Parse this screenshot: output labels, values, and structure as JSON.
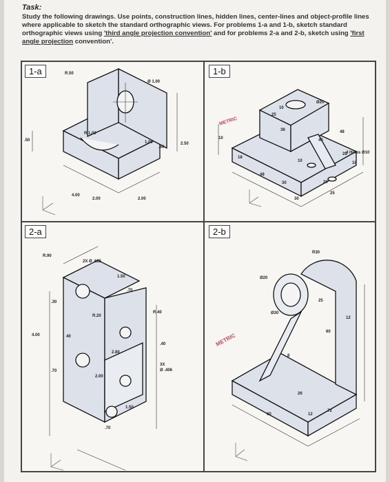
{
  "task": {
    "title": "Task:",
    "line1": "Study the following drawings. Use points, construction lines, hidden lines, center-lines and object-profile lines where applicable to sketch the standard orthographic views. For problems 1-a and 1-b, sketch standard orthographic views using ",
    "third_angle": "'third angle projection convention'",
    "line2": " and for problems 2-a and 2-b, sketch using ",
    "first_angle": "'first angle projection",
    "line3": " convention'."
  },
  "problems": {
    "p1a": {
      "label": "1-a",
      "dims": [
        "R.50",
        ".50",
        "R 1.00",
        "Ø 1.00",
        "1.00",
        ".60",
        "2.50",
        "4.00",
        "2.00",
        "2.00"
      ]
    },
    "p1b": {
      "label": "1-b",
      "stamp": "METRIC",
      "dims": [
        "25",
        "10",
        "Ø20",
        "38",
        "48",
        "40",
        "10",
        "18",
        "10",
        "48",
        "30",
        "20",
        "28",
        "30",
        "25",
        "18",
        "4 Holes Ø10"
      ]
    },
    "p2a": {
      "label": "2-a",
      "dims": [
        "R.90",
        "2X Ø .625",
        "1.50",
        ".70",
        "R.20",
        "R.40",
        ".30",
        "4.00",
        "40",
        ".40",
        "2.80",
        "3X",
        "Ø .406",
        ".70",
        "2.00",
        "1.50",
        ".70"
      ]
    },
    "p2b": {
      "label": "2-b",
      "stamp": "METRIC",
      "dims": [
        "R30",
        "Ø20",
        "Ø30",
        "25",
        "12",
        "60",
        "8",
        "26",
        "60",
        "12",
        "72"
      ]
    }
  }
}
